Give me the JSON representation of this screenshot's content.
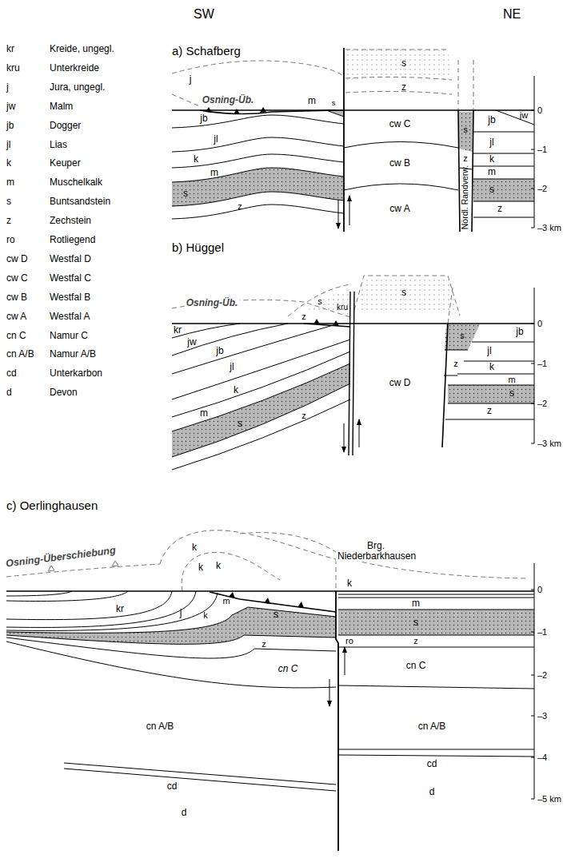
{
  "diagram": {
    "labels": [
      "SW",
      "NE",
      "kr",
      "Kreide, ungegl.",
      "kru",
      "Unterkreide",
      "j",
      "Jura, ungegl.",
      "jw",
      "Malm",
      "jb",
      "Dogger",
      "jl",
      "Lias",
      "k",
      "Keuper",
      "m",
      "Muschelkalk",
      "s",
      "Buntsandstein",
      "z",
      "Zechstein",
      "ro",
      "Rotliegend",
      "cw D",
      "Westfal D",
      "cw C",
      "Westfal C",
      "cw B",
      "Westfal B",
      "cw A",
      "Westfal A",
      "cn C",
      "Namur C",
      "cn A/B",
      "Namur A/B",
      "cd",
      "Unterkarbon",
      "d",
      "Devon",
      "a) Schafberg",
      "j",
      "Osning-Üb.",
      "m",
      "s",
      "s",
      "z",
      "jb",
      "jl",
      "k",
      "m",
      "s",
      "z",
      "cw C",
      "cw B",
      "cw A",
      "Nördl. Randverw.",
      "s",
      "z",
      "jb",
      "jw",
      "jl",
      "k",
      "m",
      "s",
      "z",
      "0",
      "–1",
      "–2",
      "–3 km",
      "b) Hüggel",
      "Osning-Üb.",
      "s",
      "z",
      "kru",
      "kr",
      "jw",
      "jb",
      "jl",
      "k",
      "m",
      "s",
      "z",
      "cw D",
      "s",
      "s",
      "z",
      "jb",
      "jl",
      "k",
      "m",
      "s",
      "z",
      "0",
      "–1",
      "–2",
      "–3 km",
      "c) Oerlinghausen",
      "Osning-Überschiebung",
      "Brg. Niederbarkhausen",
      "k",
      "k",
      "k",
      "k",
      "kr",
      "j",
      "k",
      "m",
      "s",
      "z",
      "cn C",
      "m",
      "s",
      "ro",
      "z",
      "cn C",
      "cn A/B",
      "cn A/B",
      "cd",
      "cd",
      "d",
      "d",
      "0",
      "–1",
      "–2",
      "–3",
      "–4",
      "–5 km"
    ]
  }
}
